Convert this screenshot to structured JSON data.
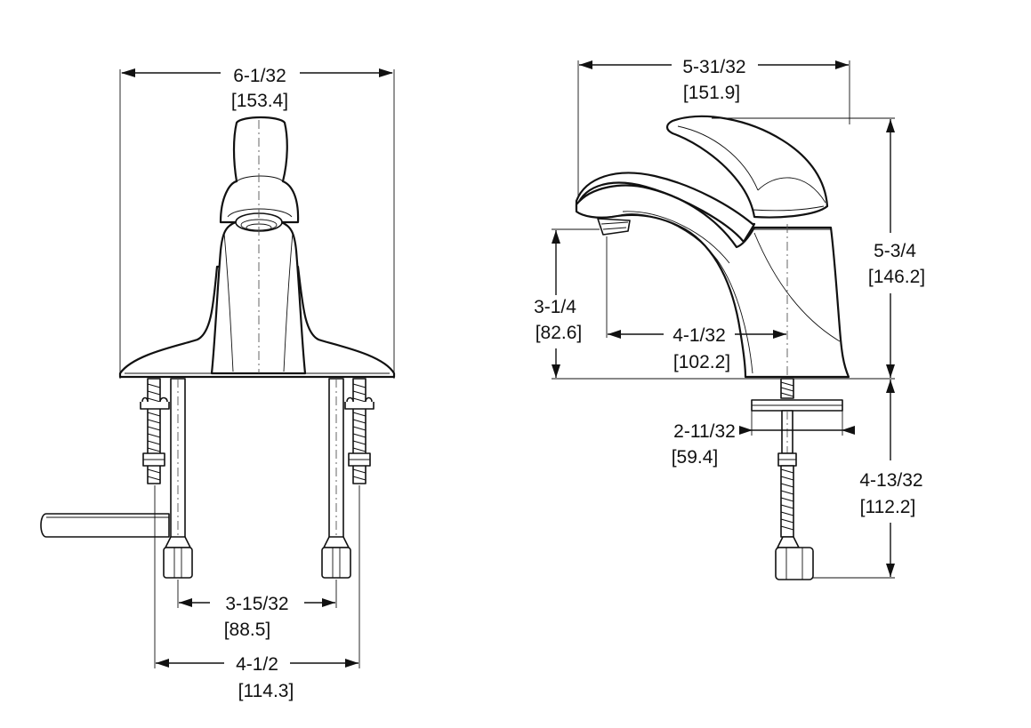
{
  "front_view": {
    "overall_width": {
      "fraction": "6-1/32",
      "metric": "[153.4]"
    },
    "center_spread": {
      "fraction": "3-15/32",
      "metric": "[88.5]"
    },
    "mount_spread": {
      "fraction": "4-1/2",
      "metric": "[114.3]"
    }
  },
  "side_view": {
    "overall_depth": {
      "fraction": "5-31/32",
      "metric": "[151.9]"
    },
    "overall_height": {
      "fraction": "5-3/4",
      "metric": "[146.2]"
    },
    "spout_height": {
      "fraction": "3-1/4",
      "metric": "[82.6]"
    },
    "spout_reach": {
      "fraction": "4-1/32",
      "metric": "[102.2]"
    },
    "plate_width": {
      "fraction": "2-11/32",
      "metric": "[59.4]"
    },
    "below_deck": {
      "fraction": "4-13/32",
      "metric": "[112.2]"
    }
  }
}
